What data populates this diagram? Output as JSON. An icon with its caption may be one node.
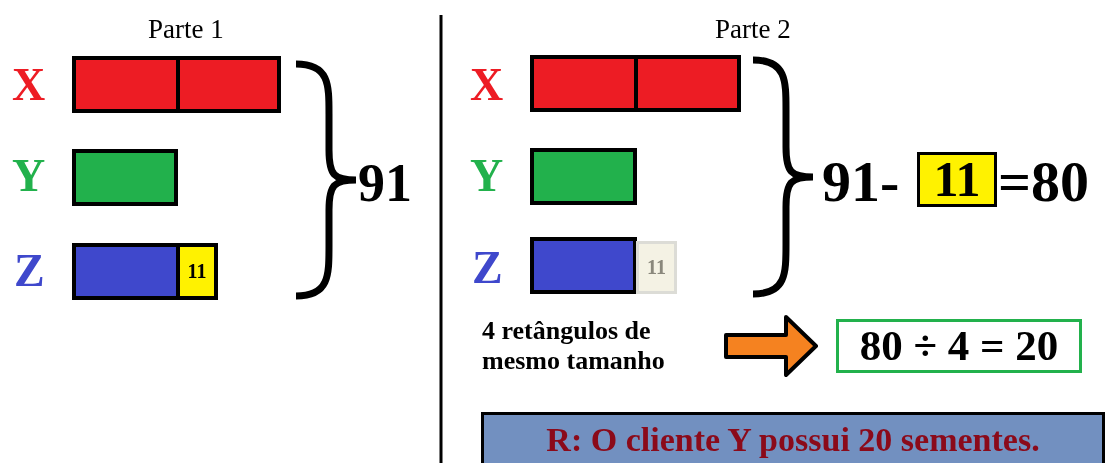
{
  "diagram": {
    "nodes": [
      {
        "text": [],
        "shape": "bar"
      },
      {
        "text": [],
        "shape": "bar"
      },
      {
        "text": [],
        "shape": "bar"
      },
      {
        "text": [],
        "shape": "bar"
      },
      {
        "text": [
          "11"
        ]
      },
      {
        "text": [],
        "shape": "bar"
      },
      {
        "text": [],
        "shape": "bar"
      },
      {
        "text": [],
        "shape": "bar"
      },
      {
        "text": [],
        "shape": "bar"
      },
      {
        "text": [
          "11"
        ]
      },
      {
        "text": [
          "11"
        ]
      },
      {
        "text": [
          "4 retângulos de mesmo tamanho"
        ]
      },
      {
        "text": [
          "80 ÷ 4 = 20"
        ]
      },
      {
        "text": [
          "R: O cliente Y possui 20 sementes."
        ]
      }
    ],
    "edges": [
      {
        "from": 11,
        "to": 12,
        "arrow": "to",
        "style": "thick",
        "color": "#f58220"
      }
    ],
    "labels": [
      "Parte 1",
      "X",
      "Y",
      "Z",
      "91",
      "Parte 2",
      "X",
      "Y",
      "Z",
      "91-",
      "=80"
    ]
  }
}
